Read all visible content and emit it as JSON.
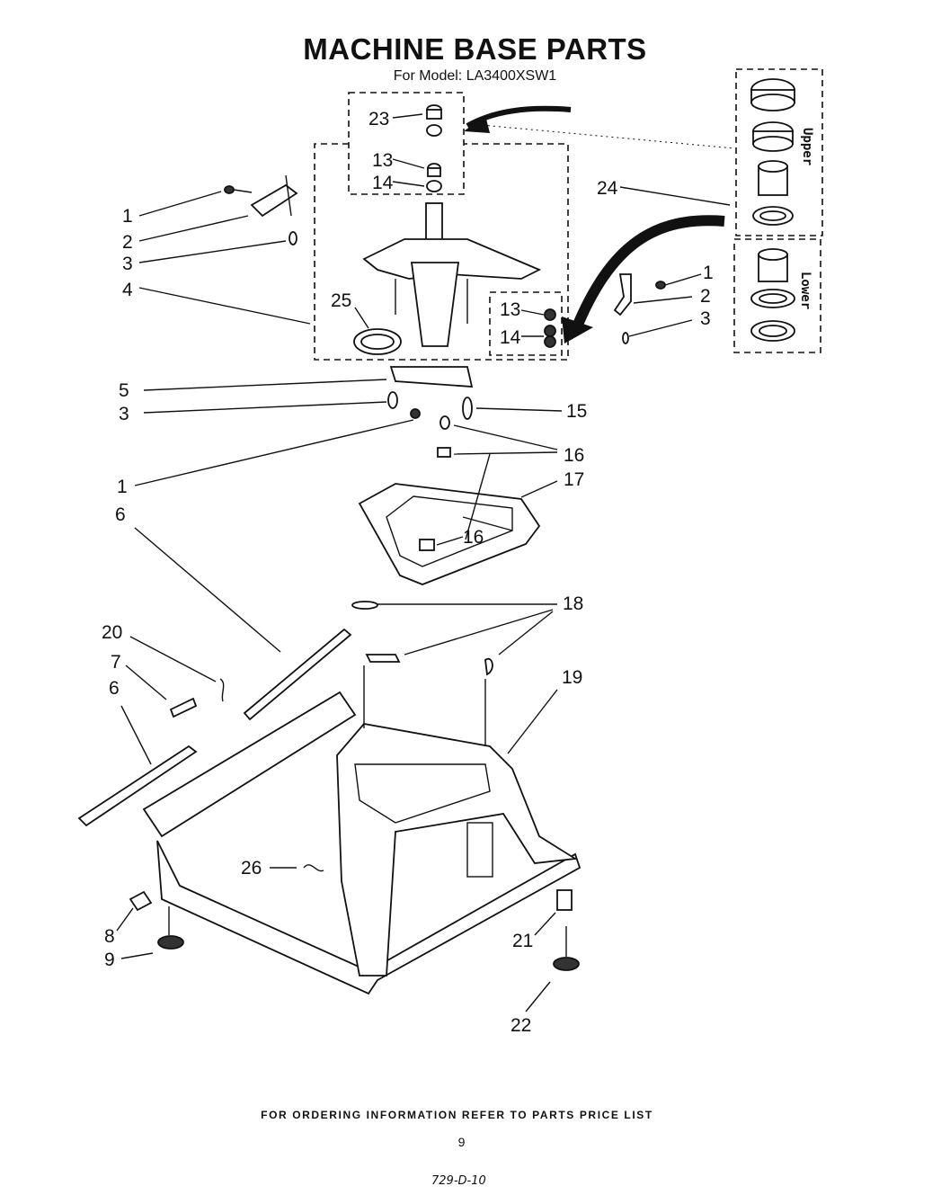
{
  "title": "MACHINE BASE PARTS",
  "subtitle": "For Model: LA3400XSW1",
  "footer": "FOR ORDERING INFORMATION REFER TO PARTS PRICE LIST",
  "page_number": "9",
  "doc_code": "729-D-10",
  "inset_labels": {
    "upper": "Upper",
    "lower": "Lower"
  },
  "callouts": [
    "23",
    "13",
    "14",
    "24",
    "1",
    "2",
    "3",
    "4",
    "25",
    "1",
    "2",
    "3",
    "13",
    "14",
    "5",
    "3",
    "15",
    "16",
    "1",
    "17",
    "16",
    "6",
    "18",
    "20",
    "7",
    "6",
    "19",
    "26",
    "8",
    "21",
    "9",
    "22"
  ]
}
